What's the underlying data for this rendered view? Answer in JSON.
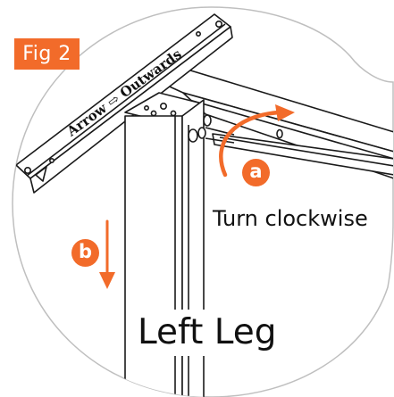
{
  "figure": {
    "label": "Fig 2"
  },
  "bracket": {
    "engraving": "Arrow ⇨ Outwards"
  },
  "steps": {
    "a": {
      "marker": "a",
      "instruction": "Turn clockwise"
    },
    "b": {
      "marker": "b"
    }
  },
  "part": {
    "label": "Left Leg"
  },
  "colors": {
    "accent": "#f26b2a",
    "line": "#1a1a1a",
    "background": "#ffffff"
  }
}
